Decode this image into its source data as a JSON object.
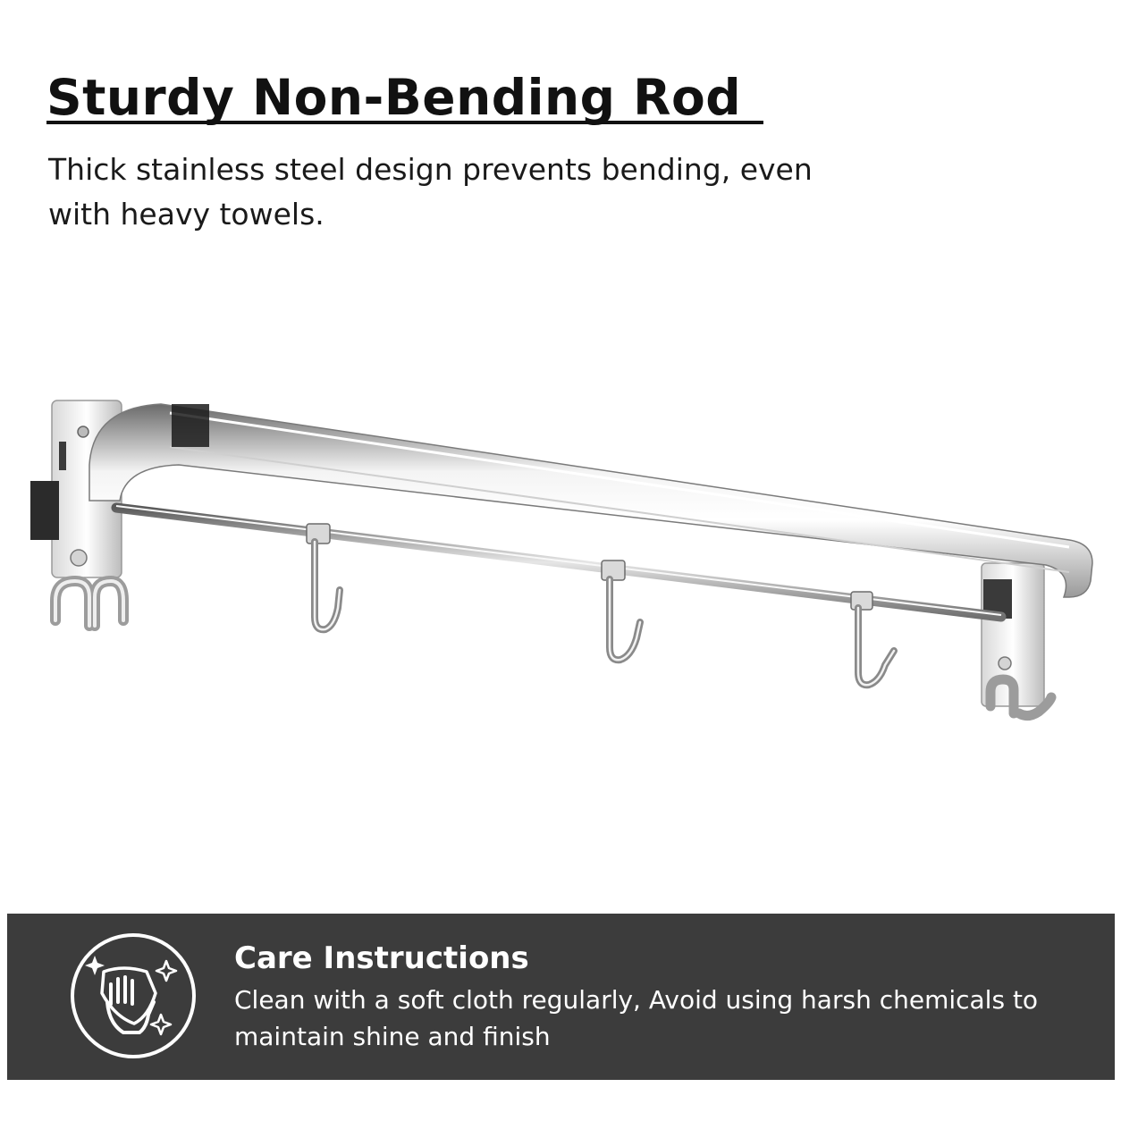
{
  "headline": "Sturdy Non-Bending Rod",
  "subtext": "Thick stainless steel design prevents bending, even with heavy towels.",
  "care": {
    "title": "Care Instructions",
    "text": "Clean with a soft cloth regularly, Avoid using harsh chemicals to maintain shine and finish",
    "icon": "hand-cleaning-cloth-icon"
  },
  "colors": {
    "text_dark": "#111111",
    "panel_bg": "#3c3c3c",
    "panel_text": "#ffffff",
    "chrome": "#c8c8c8"
  }
}
